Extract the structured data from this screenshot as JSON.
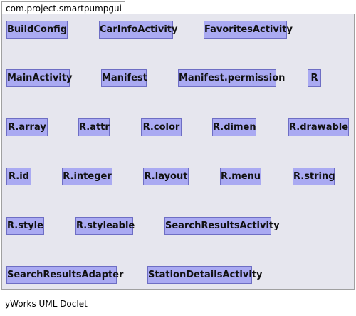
{
  "package": {
    "name": "com.project.smartpumpgui"
  },
  "classes": [
    "BuildConfig",
    "CarInfoActivity",
    "FavoritesActivity",
    "MainActivity",
    "Manifest",
    "Manifest.permission",
    "R",
    "R.array",
    "R.attr",
    "R.color",
    "R.dimen",
    "R.drawable",
    "R.id",
    "R.integer",
    "R.layout",
    "R.menu",
    "R.string",
    "R.style",
    "R.styleable",
    "SearchResultsActivity",
    "SearchResultsAdapter",
    "StationDetailsActivity"
  ],
  "footer": {
    "text": "yWorks UML Doclet"
  },
  "colors": {
    "class_fill": "#aaaaf2",
    "class_border": "#6e6ec4",
    "package_fill": "#e6e6ee",
    "package_border": "#a0a0a0"
  }
}
